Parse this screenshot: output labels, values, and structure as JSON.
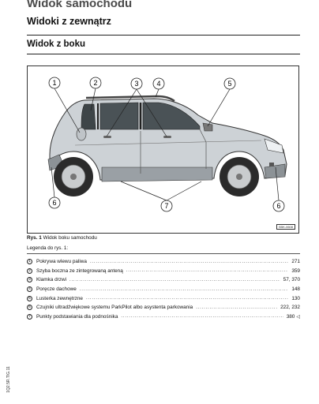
{
  "header": {
    "chapter_title": "Widok samochodu",
    "section_title": "Widoki z zewnątrz",
    "subsection_title": "Widok z boku"
  },
  "figure": {
    "code": "B5K-0608",
    "callouts": [
      "1",
      "2",
      "3",
      "4",
      "5",
      "6",
      "7",
      "6"
    ],
    "caption_label": "Rys. 1",
    "caption_text": "Widok boku samochodu"
  },
  "legend": {
    "title": "Legenda do rys. 1:",
    "items": [
      {
        "num": "1",
        "label": "Pokrywa wlewu paliwa",
        "page": "271"
      },
      {
        "num": "2",
        "label": "Szyba boczna ze zintegrowaną anteną",
        "page": "359"
      },
      {
        "num": "3",
        "label": "Klamka drzwi",
        "page": "57, 370"
      },
      {
        "num": "4",
        "label": "Poręcze dachowe",
        "page": "148"
      },
      {
        "num": "5",
        "label": "Lusterka zewnętrzne",
        "page": "130"
      },
      {
        "num": "6",
        "label": "Czujniki ultradźwiękowe systemu ParkPilot albo asystenta parkowania",
        "page": "222, 232"
      },
      {
        "num": "7",
        "label": "Punkty podstawiania dla podnośnika",
        "page": "380"
      }
    ],
    "dots": "............................................................................................................................................................................................"
  },
  "icons": {
    "next_arrow": "◁"
  },
  "side_code": "1Q2.5R.TIG.11"
}
